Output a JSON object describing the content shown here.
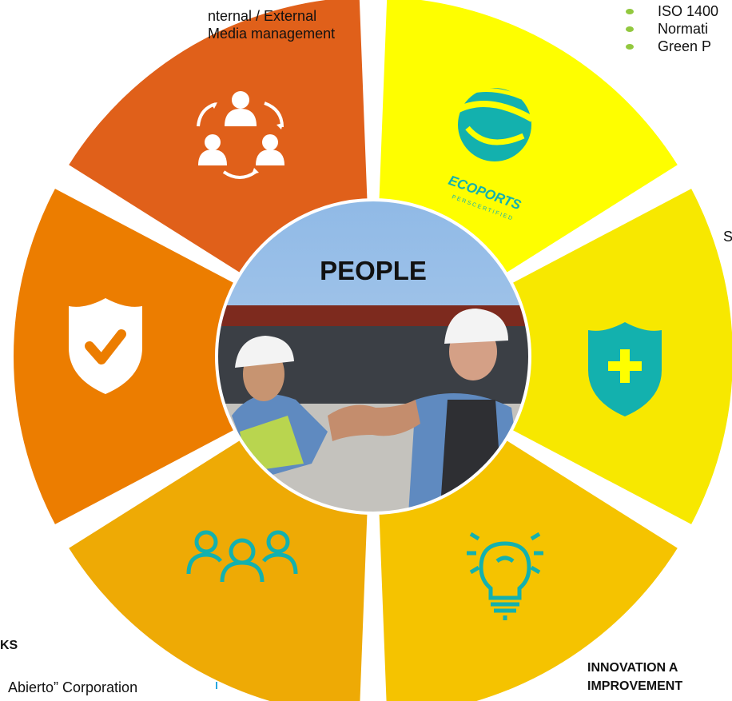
{
  "center": {
    "label": "PEOPLE"
  },
  "segments": [
    {
      "id": "communication",
      "color": "#e0601a",
      "icon": "people-exchange-icon",
      "icon_color": "#ffffff"
    },
    {
      "id": "environment",
      "color": "#fefe00",
      "icon": "ecoports-logo",
      "icon_color": "#13b1ae"
    },
    {
      "id": "health",
      "color": "#f7e800",
      "icon": "shield-plus-icon",
      "icon_color": "#13b1ae"
    },
    {
      "id": "innovation",
      "color": "#f5c300",
      "icon": "lightbulb-icon",
      "icon_color": "#13b1ae"
    },
    {
      "id": "networks",
      "color": "#eeaa05",
      "icon": "group-icon",
      "icon_color": "#13b1ae"
    },
    {
      "id": "safety",
      "color": "#ec7d00",
      "icon": "shield-check-icon",
      "icon_color": "#ffffff"
    }
  ],
  "logo": {
    "name": "ECOPORTS",
    "sub": "PERSCERTIFIED"
  },
  "texts": {
    "top_left_1": "nternal / External",
    "top_left_2": "Media management",
    "bullets": [
      "ISO 1400",
      "Normati",
      "Green P"
    ],
    "right_partial": "S",
    "bottom_left_heading": "KS",
    "bottom_left_body": "Abierto” Corporation",
    "bottom_right_1": "INNOVATION A",
    "bottom_right_2": "IMPROVEMENT"
  }
}
